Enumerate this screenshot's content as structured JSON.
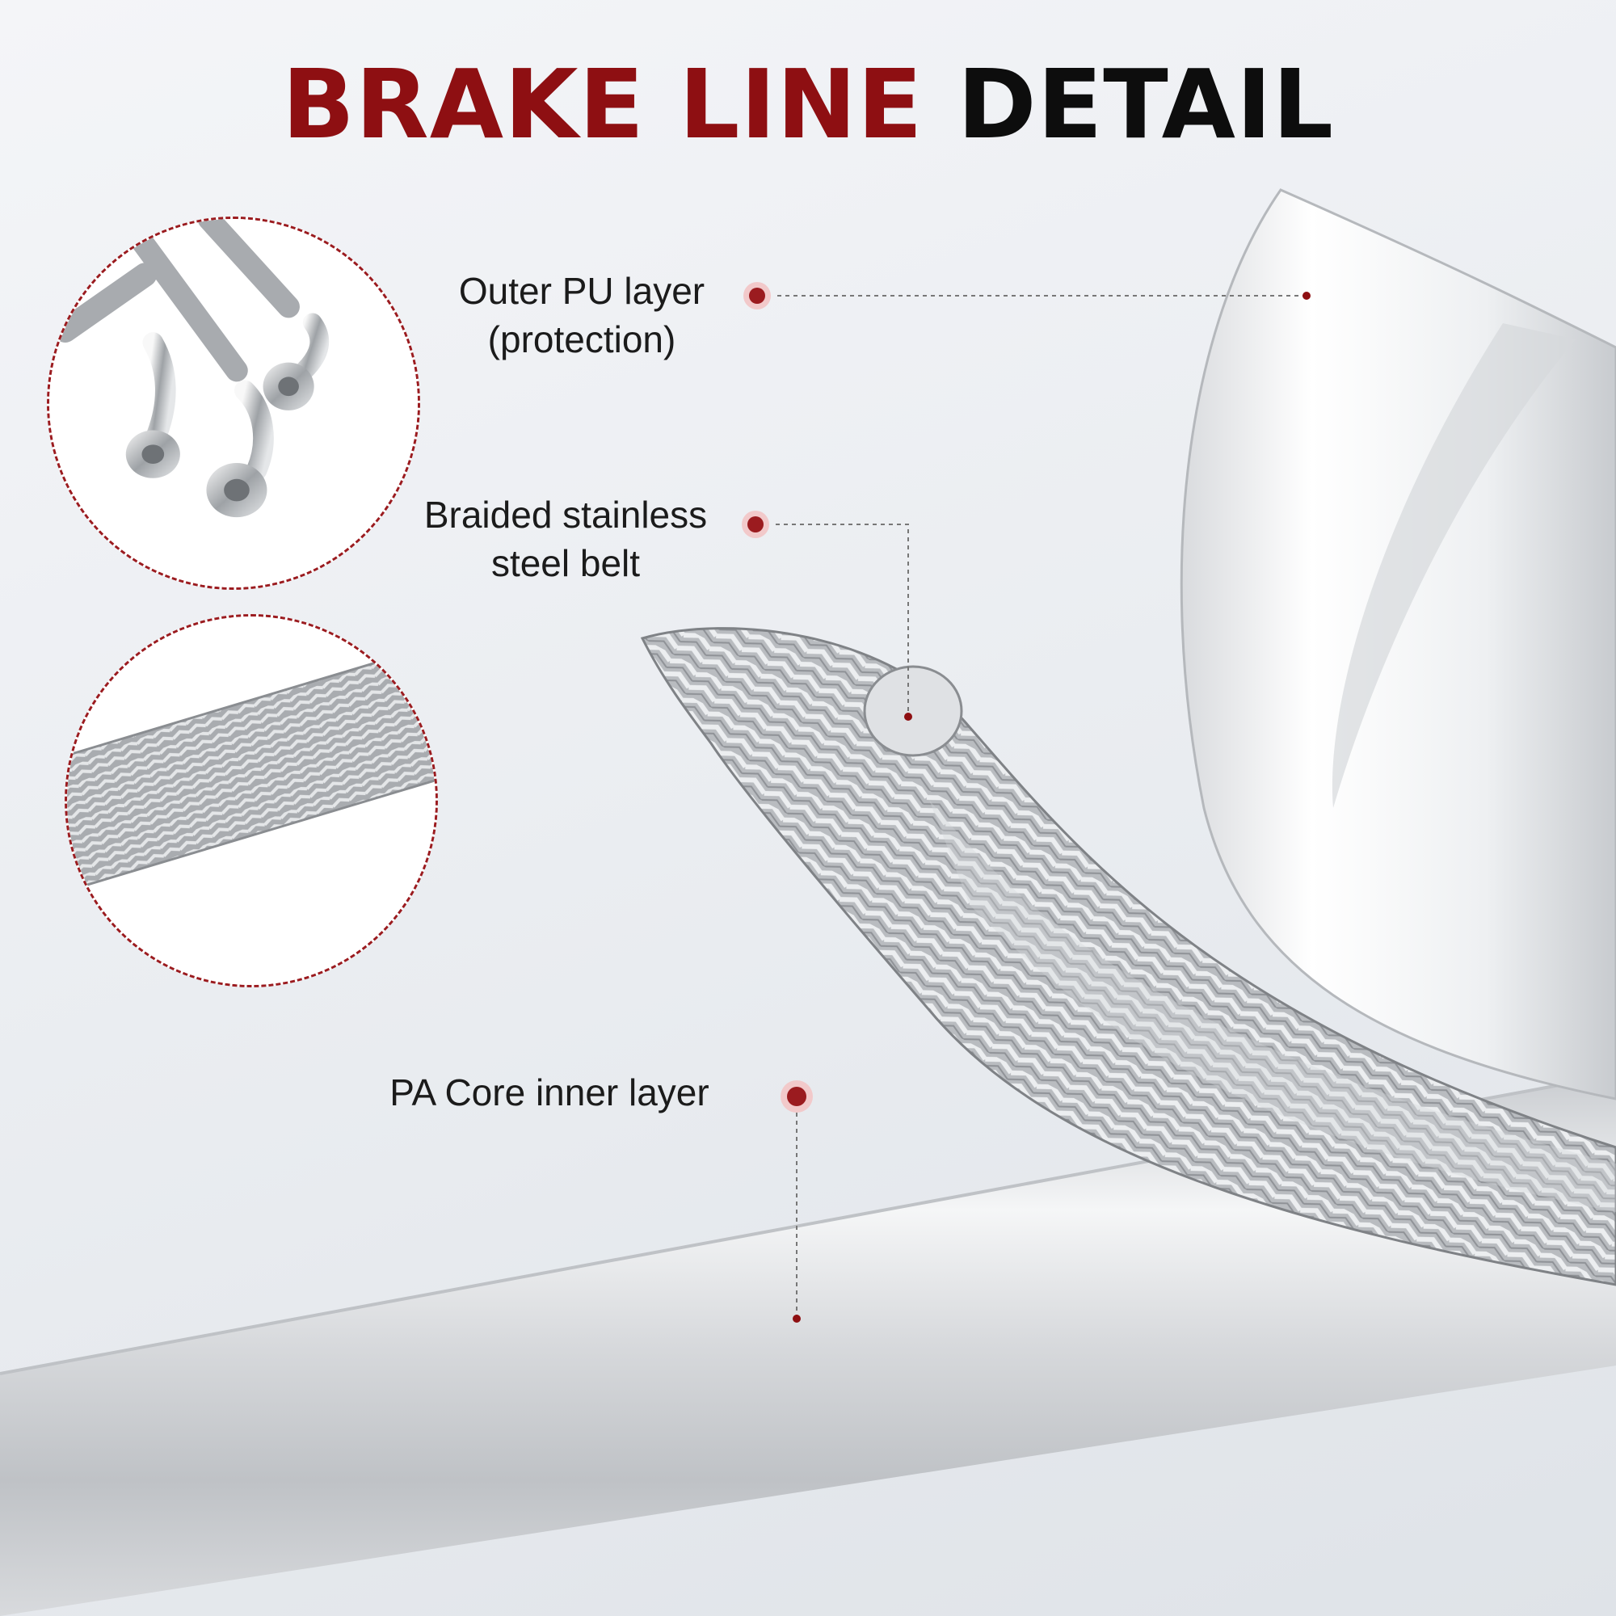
{
  "title": {
    "accent": "BRAKE LINE",
    "rest": "DETAIL"
  },
  "callouts": {
    "outer": {
      "line1": "Outer PU layer",
      "line2": "(protection)"
    },
    "braid": {
      "line1": "Braided stainless",
      "line2": "steel belt"
    },
    "core": {
      "line1": "PA Core inner layer"
    }
  },
  "colors": {
    "accent": "#8e0f12",
    "dot": "#9b1b1f",
    "text": "#1b1b1b"
  },
  "insets": [
    {
      "name": "brake-line-fittings",
      "content": "braided hoses with chrome banjo fittings"
    },
    {
      "name": "braided-hose-closeup",
      "content": "close-up of braided stainless hose"
    }
  ]
}
